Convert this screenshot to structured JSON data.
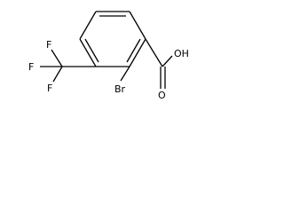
{
  "molecule": {
    "atoms": {
      "bromine": "Br",
      "hydroxyl": "OH",
      "carbonyl_oxygen": "O",
      "fluorine": "F"
    },
    "colors": {
      "ink": "#000000",
      "background": "#ffffff"
    }
  }
}
